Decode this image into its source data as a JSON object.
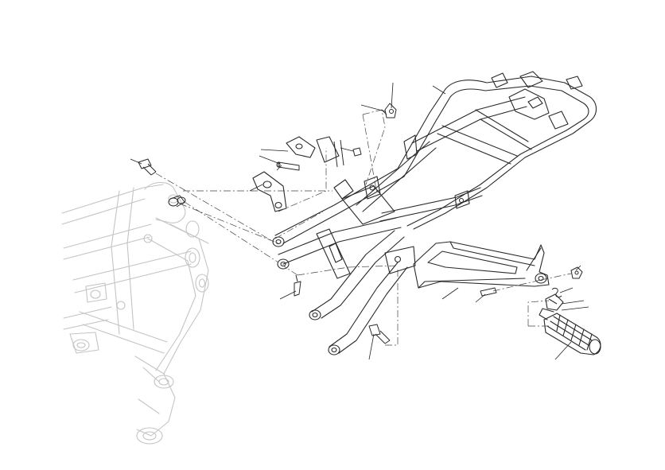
{
  "diagram": {
    "colors": {
      "background": "#ffffff",
      "part_stroke": "#2a2a2a",
      "ghost_stroke": "#c4c4c4",
      "leader": "#222222"
    },
    "parts": [
      "main-frame-ghost",
      "rear-subframe",
      "footpeg-bracket",
      "footpeg",
      "bracket-left",
      "bracket-small",
      "bolt-top-left",
      "bushing",
      "bolt-top-center",
      "bolt-lower-left",
      "bolt-lower-center",
      "pin",
      "nut",
      "washer-spring",
      "hinge-pin"
    ]
  }
}
